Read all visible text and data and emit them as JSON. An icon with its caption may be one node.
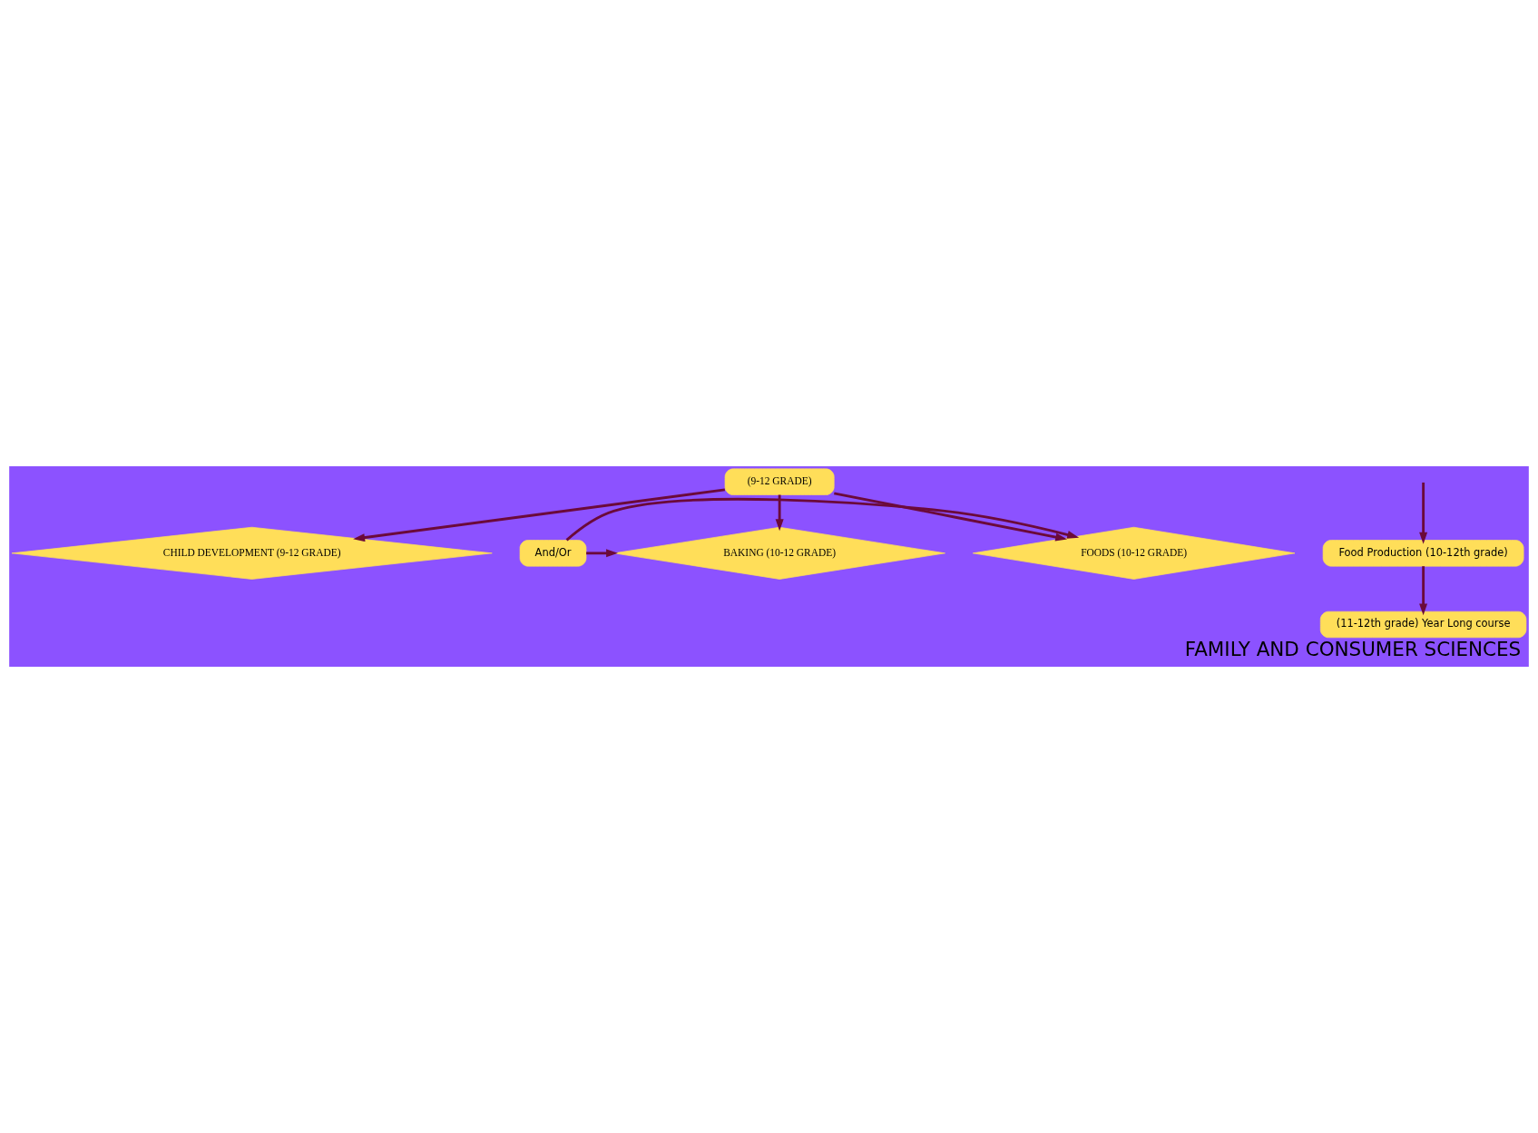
{
  "diagram": {
    "title": "FAMILY AND CONSUMER SCIENCES",
    "nodes": [
      {
        "text": [
          "(9-12 GRADE)"
        ]
      },
      {
        "text": [
          "FOODS (10-12 GRADE)"
        ]
      },
      {
        "text": [
          "And/Or"
        ]
      },
      {
        "text": [
          "BAKING (10-12 GRADE)"
        ]
      },
      {
        "text": [
          "CHILD DEVELOPMENT (9-12 GRADE)"
        ]
      },
      {
        "text": [
          "Food Production (10-12th grade)"
        ]
      },
      {
        "text": [
          "(11-12th grade) Year Long course"
        ]
      }
    ],
    "edges": [
      {
        "from": 0,
        "to": 1,
        "arrow": "to"
      },
      {
        "from": 0,
        "to": 3,
        "arrow": "to"
      },
      {
        "from": 0,
        "to": 4,
        "arrow": "to"
      },
      {
        "from": 2,
        "to": 1,
        "arrow": "to"
      },
      {
        "from": 2,
        "to": 3,
        "arrow": "to"
      },
      {
        "from": null,
        "to": 5,
        "arrow": "to"
      },
      {
        "from": 5,
        "to": 6,
        "arrow": "to"
      }
    ]
  }
}
